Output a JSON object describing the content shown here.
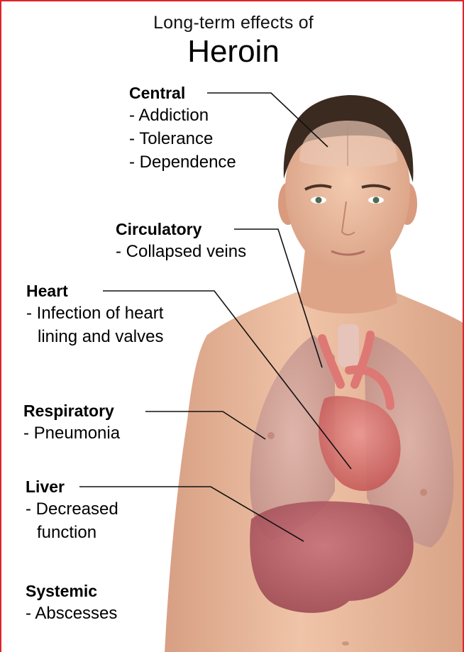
{
  "title": {
    "subtitle": "Long-term effects of",
    "main": "Heroin"
  },
  "sections": {
    "central": {
      "heading": "Central",
      "items": [
        "- Addiction",
        "- Tolerance",
        "- Dependence"
      ]
    },
    "circulatory": {
      "heading": "Circulatory",
      "items": [
        "- Collapsed veins"
      ]
    },
    "heart": {
      "heading": "Heart",
      "items": [
        "- Infection of heart",
        "lining and valves"
      ]
    },
    "respiratory": {
      "heading": "Respiratory",
      "items": [
        "- Pneumonia"
      ]
    },
    "liver": {
      "heading": "Liver",
      "items": [
        "- Decreased",
        "function"
      ]
    },
    "systemic": {
      "heading": "Systemic",
      "items": [
        "- Abscesses"
      ]
    }
  },
  "colors": {
    "border": "#e0242a",
    "skin": "#e8b89a",
    "hair": "#3b2a20",
    "lungs": "#cfa39a",
    "heart": "#d8726f",
    "liver": "#b5575f",
    "leader_line": "#111111"
  }
}
